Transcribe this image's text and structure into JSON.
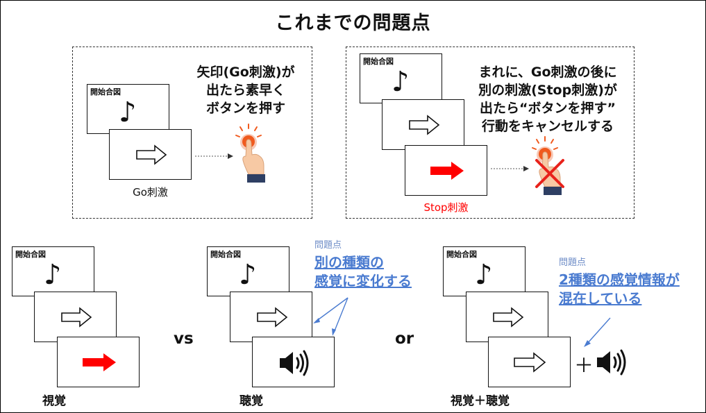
{
  "title": "これまでの問題点",
  "go_panel": {
    "start_label": "開始合図",
    "instruction_lines": [
      "矢印(Go刺激)が",
      "出たら素早く",
      "ボタンを押す"
    ],
    "caption": "Go刺激"
  },
  "stop_panel": {
    "start_label": "開始合図",
    "instruction_lines": [
      "まれに、Go刺激の後に",
      "別の刺激(Stop刺激)が",
      "出たら“ボタンを押す”",
      "行動をキャンセルする"
    ],
    "caption": "Stop刺激"
  },
  "modalities": {
    "visual": {
      "start_label": "開始合図",
      "label": "視覚"
    },
    "separator_vs": "vs",
    "auditory": {
      "start_label": "開始合図",
      "label": "聴覚",
      "problem_small": "問題点",
      "problem_lines": [
        "別の種類の",
        "感覚に変化する"
      ]
    },
    "separator_or": "or",
    "combined": {
      "start_label": "開始合図",
      "label": "視覚＋聴覚",
      "problem_small": "問題点",
      "problem_lines": [
        "2種類の感覚情報が",
        "混在している"
      ],
      "plus": "＋"
    }
  },
  "icons": {
    "start_symbol": "music-note-icon",
    "go_stimulus": "outline-arrow-icon",
    "stop_visual": "red-arrow-icon",
    "stop_audio": "speaker-icon",
    "response": "hand-pressing-button-icon",
    "cancel": "red-cross-icon"
  },
  "colors": {
    "stop_red": "#ff0000",
    "problem_blue": "#4a7bd0",
    "problem_small_blue": "#6d8cc7",
    "button_orange": "#f05a1e"
  }
}
